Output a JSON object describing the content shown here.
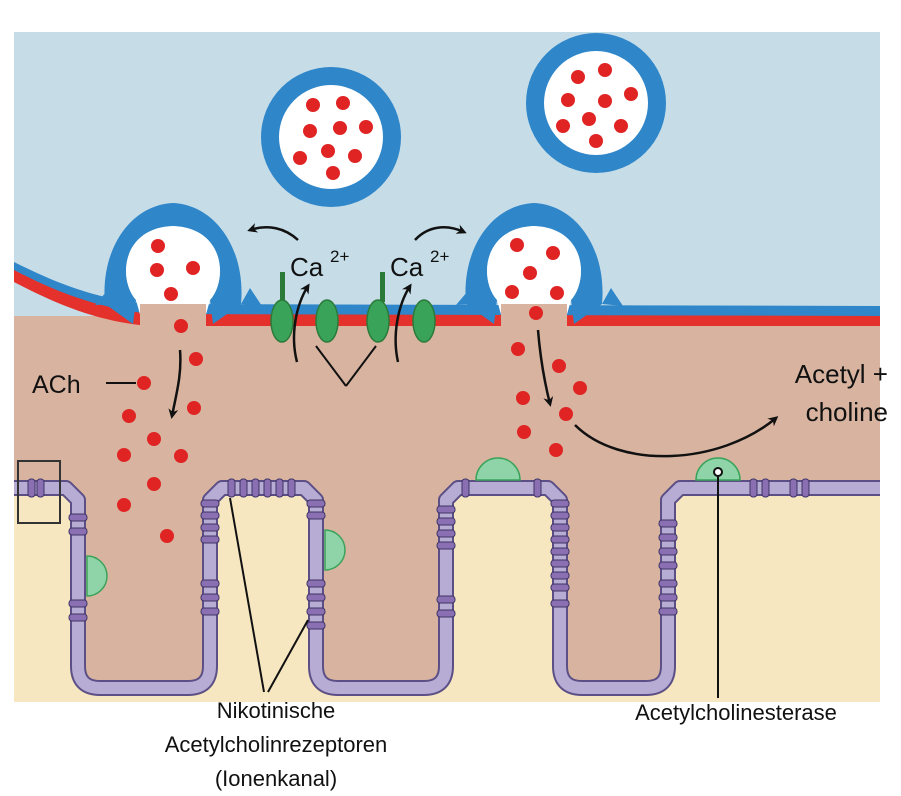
{
  "labels": {
    "ach": "ACh",
    "ca_left": "Ca",
    "ca_right": "Ca",
    "ca_charge": "2+",
    "acetyl_line1": "Acetyl +",
    "acetyl_line2": "choline",
    "nicotinic_line1": "Nikotinische",
    "nicotinic_line2": "Acetylcholinrezeptoren",
    "nicotinic_line3": "(Ionenkanal)",
    "esterase": "Acetylcholinesterase"
  },
  "colors": {
    "terminal": "#c6dde8",
    "cleft": "#d8b4a0",
    "muscle": "#f6e7c1",
    "vesicle_ring": "#2f86c9",
    "vesicle_ring_dark": "#1b5f94",
    "membrane_red": "#e4312b",
    "ach_dot": "#e02424",
    "channel_green": "#3aa35a",
    "esterase_green": "#8fd3a8",
    "fold_membrane": "#b7acd3",
    "fold_outline": "#5b4f86",
    "receptor": "#8b6fb3"
  }
}
